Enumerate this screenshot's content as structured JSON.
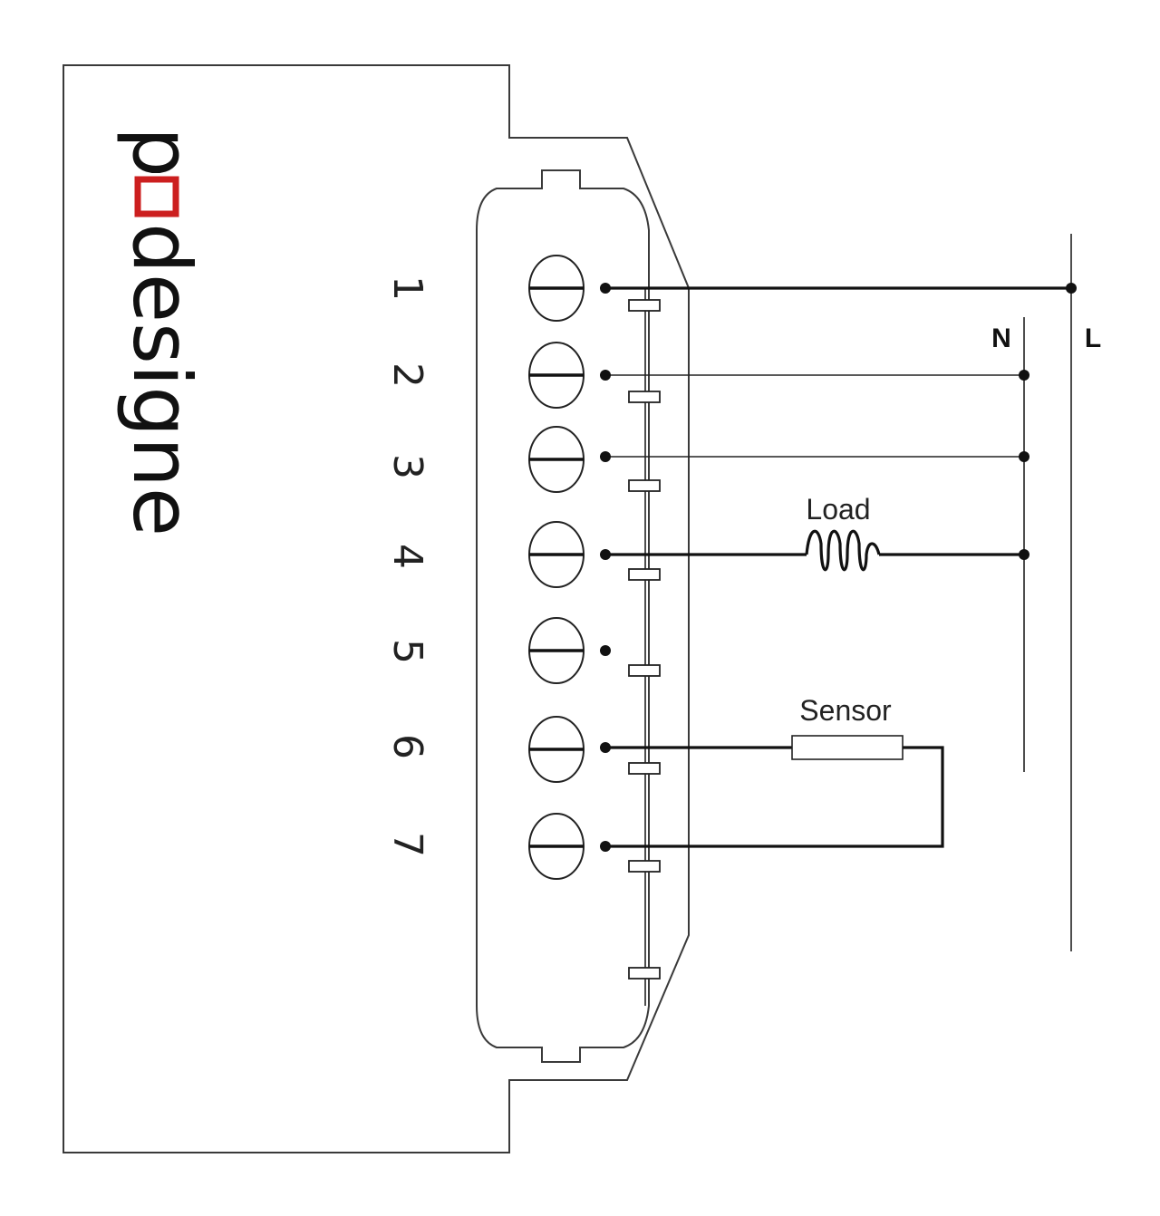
{
  "brand": {
    "prefix": "p",
    "mark_color": "#cc1f1f",
    "suffix": "designe"
  },
  "terminals": [
    "1",
    "2",
    "3",
    "4",
    "5",
    "6",
    "7"
  ],
  "lines": {
    "neutral": "N",
    "live": "L"
  },
  "components": {
    "load": "Load",
    "sensor": "Sensor"
  }
}
